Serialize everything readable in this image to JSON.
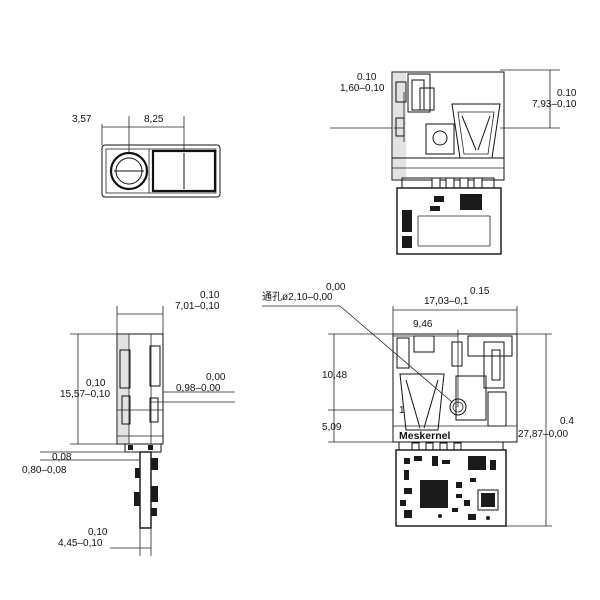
{
  "dimensions": {
    "top_view": {
      "left_width": "3,57",
      "right_width": "8,25"
    },
    "front_view": {
      "tol_left_upper": "0.10",
      "tol_left_lower": "1,60–0,10",
      "tol_right_upper": "0.10",
      "tol_right_lower": "7,93–0,10"
    },
    "side_view": {
      "width_upper": "0,10",
      "width_lower": "7,01–0,10",
      "height_upper": "0,10",
      "height_lower": "15,57–0,10",
      "offset_upper": "0,00",
      "offset_lower": "0,98–0,00",
      "pcb_upper": "0,08",
      "pcb_lower": "0,80–0,08",
      "board_upper": "0,10",
      "board_lower": "4,45–0,10"
    },
    "rear_view": {
      "hole_upper": "0,00",
      "hole_label": "通孔ø2,10–0,00",
      "width_upper": "0.15",
      "width_lower": "17,03–0,1",
      "hole_offset": "9,46",
      "height_a": "10,48",
      "height_b": "5,09",
      "total_upper": "0.4",
      "total_lower": "27,87–0,00"
    }
  },
  "brand_label": "Meskernel",
  "lens_mark": "1",
  "colors": {
    "line": "#111111",
    "component": "#1a1a1a",
    "housing_shade": "#8a8a8a",
    "background": "#ffffff"
  }
}
